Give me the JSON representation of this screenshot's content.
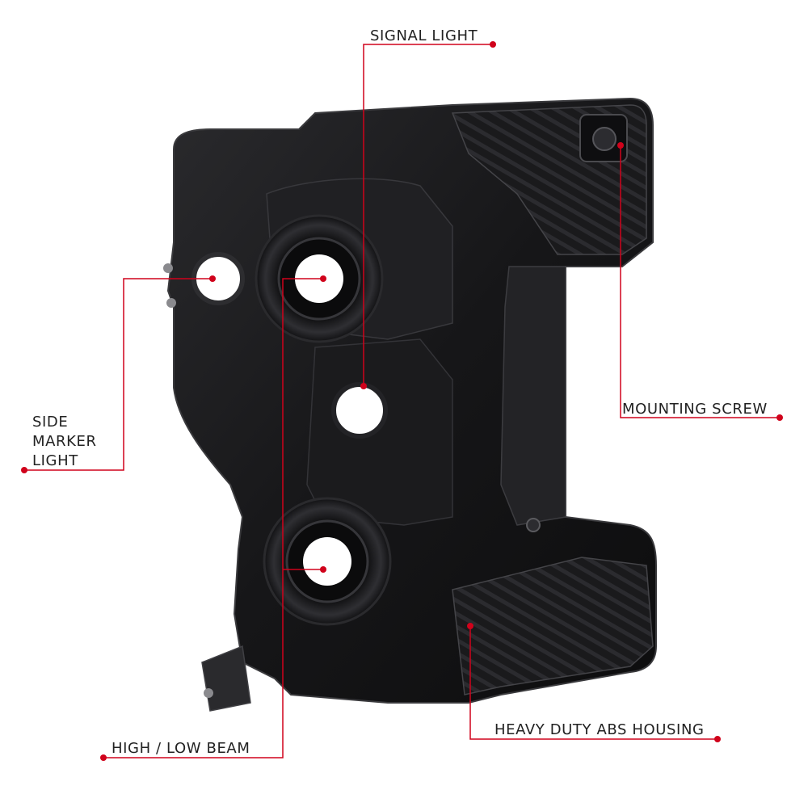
{
  "callouts": {
    "signal_light": "SIGNAL LIGHT",
    "mounting_screw": "MOUNTING SCREW",
    "side_marker": [
      "SIDE",
      "MARKER",
      "LIGHT"
    ],
    "heavy_duty": "HEAVY DUTY ABS HOUSING",
    "high_low_beam": "HIGH / LOW BEAM"
  },
  "colors": {
    "callout_line": "#d0021b",
    "housing": "#1c1c1e",
    "housing_edge": "#3a3a3d",
    "background": "#ffffff",
    "label_text": "#222222"
  },
  "icons": {
    "product": "headlight-housing-rear-view"
  }
}
